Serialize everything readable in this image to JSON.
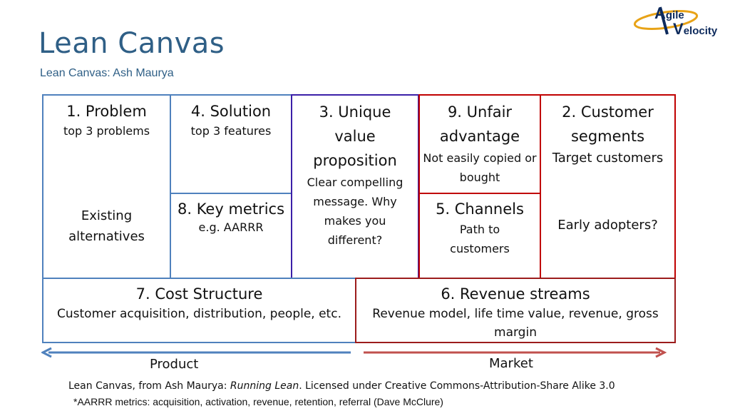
{
  "header": {
    "title": "Lean Canvas",
    "subtitle": "Lean Canvas: Ash Maurya"
  },
  "logo": {
    "line1": "gile",
    "line1_initial": "A",
    "line2": "elocity",
    "line2_initial": "V",
    "colors": {
      "navy": "#0d2a5c",
      "orange": "#e8a317"
    }
  },
  "canvas": {
    "problem": {
      "title": "1. Problem",
      "sub": "top 3 problems",
      "extra": "Existing alternatives"
    },
    "solution": {
      "title": "4. Solution",
      "sub": "top 3 features"
    },
    "key_metrics": {
      "title": "8. Key metrics",
      "sub": "e.g. AARRR"
    },
    "uvp": {
      "title": "3. Unique value proposition",
      "sub": "Clear compelling message. Why makes you different?"
    },
    "unfair": {
      "title": "9. Unfair advantage",
      "sub": "Not easily copied or bought"
    },
    "channels": {
      "title": "5. Channels",
      "sub": "Path to customers"
    },
    "segments": {
      "title": "2. Customer segments",
      "sub": "Target customers",
      "extra": "Early adopters?"
    },
    "cost": {
      "title": "7. Cost Structure",
      "sub": "Customer acquisition, distribution, people, etc."
    },
    "revenue": {
      "title": "6. Revenue streams",
      "sub": "Revenue model, life time value, revenue, gross margin"
    }
  },
  "arrows": {
    "product_label": "Product",
    "market_label": "Market",
    "product_color": "#4f81bd",
    "market_color": "#c0504d"
  },
  "footer": {
    "line1_prefix": "Lean Canvas, from Ash Maurya: ",
    "line1_book": "Running Lean",
    "line1_suffix": ". Licensed under Creative Commons-Attribution-Share Alike 3.0",
    "line2": "*AARRR metrics: acquisition, activation, revenue, retention, referral (Dave McClure)"
  },
  "colors": {
    "title": "#2f5f86",
    "blue_border": "#4f81bd",
    "purple_border": "#3b1fa8",
    "red_border": "#c00000"
  }
}
